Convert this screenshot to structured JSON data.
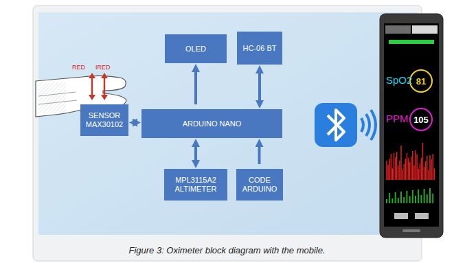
{
  "diagram": {
    "caption": "Figure 3: Oximeter block diagram with the mobile.",
    "nodes": [
      {
        "text": [
          "OLED"
        ]
      },
      {
        "text": [
          "HC-06 BT"
        ]
      },
      {
        "text": [
          "SENSOR MAX30102"
        ]
      },
      {
        "text": [
          "ARDUINO NANO"
        ]
      },
      {
        "text": [
          "MPL3115A2 ALTIMETER"
        ]
      },
      {
        "text": [
          "CODE ARDUINO"
        ]
      },
      {
        "text": [
          "81"
        ]
      },
      {
        "text": [
          "105"
        ]
      }
    ],
    "edges": [
      {
        "from": 3,
        "to": 0,
        "arrow": "to"
      },
      {
        "from": 1,
        "to": 3,
        "arrow": "both"
      },
      {
        "from": 2,
        "to": 3,
        "arrow": "both"
      },
      {
        "from": 4,
        "to": 3,
        "arrow": "both"
      },
      {
        "from": 5,
        "to": 3,
        "arrow": "to"
      }
    ],
    "labels": [
      "RED",
      "IRED",
      "SpO2",
      "PPM"
    ]
  }
}
